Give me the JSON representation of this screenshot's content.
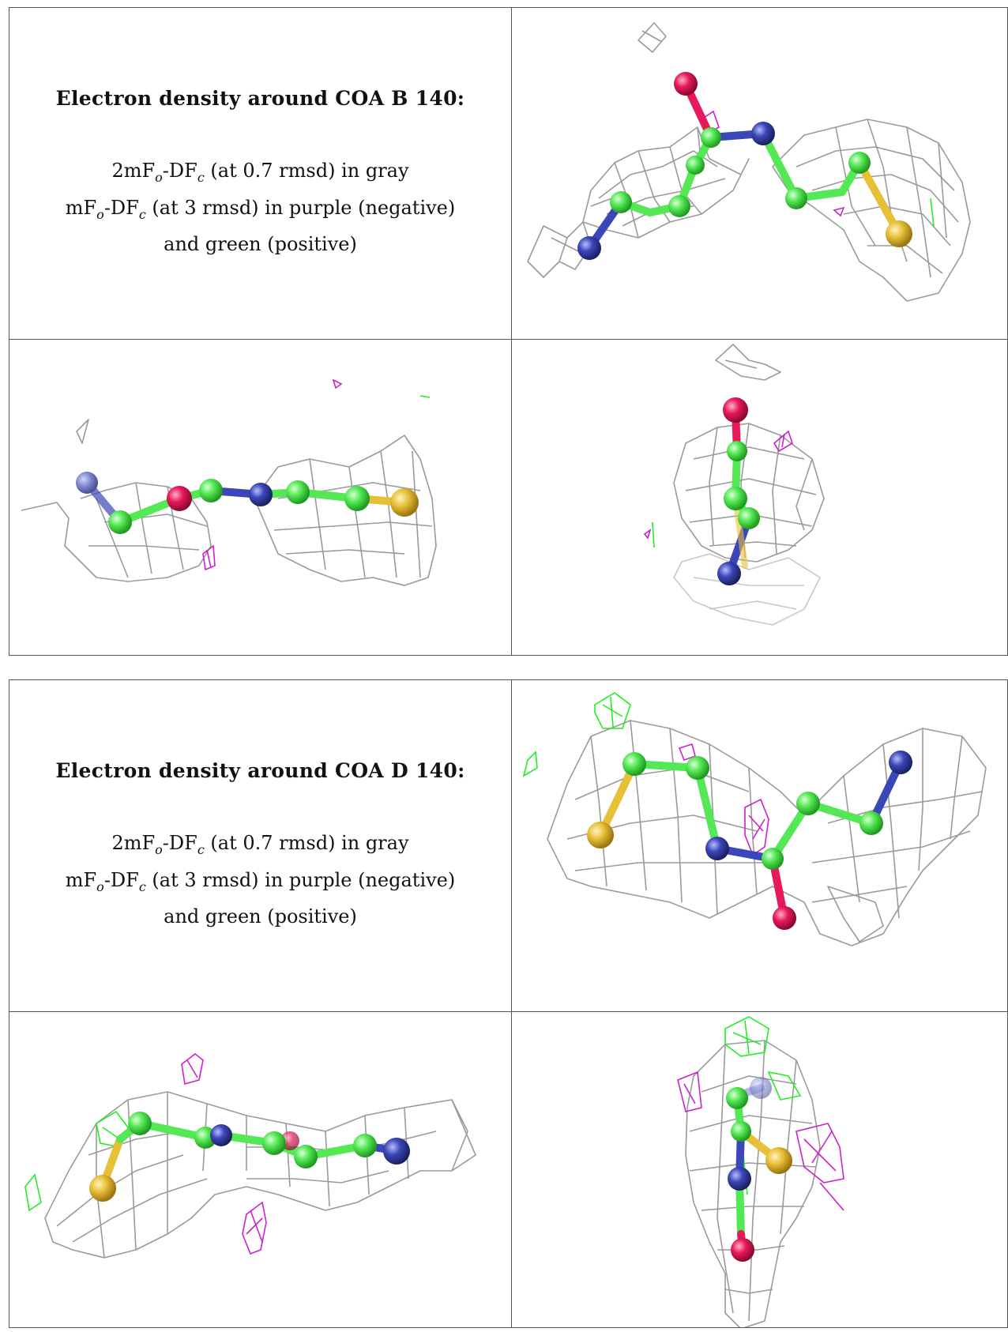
{
  "colors": {
    "map_2fofc": "#9a9a9a",
    "map_negative": "#cc22cc",
    "map_positive": "#22ee22",
    "carbon": "#55e855",
    "nitrogen": "#3b47b8",
    "oxygen": "#e8195a",
    "sulfur": "#e8c038"
  },
  "panels": [
    {
      "title": "Electron density around COA B 140:",
      "line1": "2mFo-DFc (at 0.7 rmsd) in gray",
      "line2": "mFo-DFc (at 3 rmsd) in purple (negative)",
      "line3": "and green (positive)"
    },
    {
      "title": "Electron density around COA D 140:",
      "line1": "2mFo-DFc (at 0.7 rmsd) in gray",
      "line2": "mFo-DFc (at 3 rmsd) in purple (negative)",
      "line3": "and green (positive)"
    }
  ]
}
